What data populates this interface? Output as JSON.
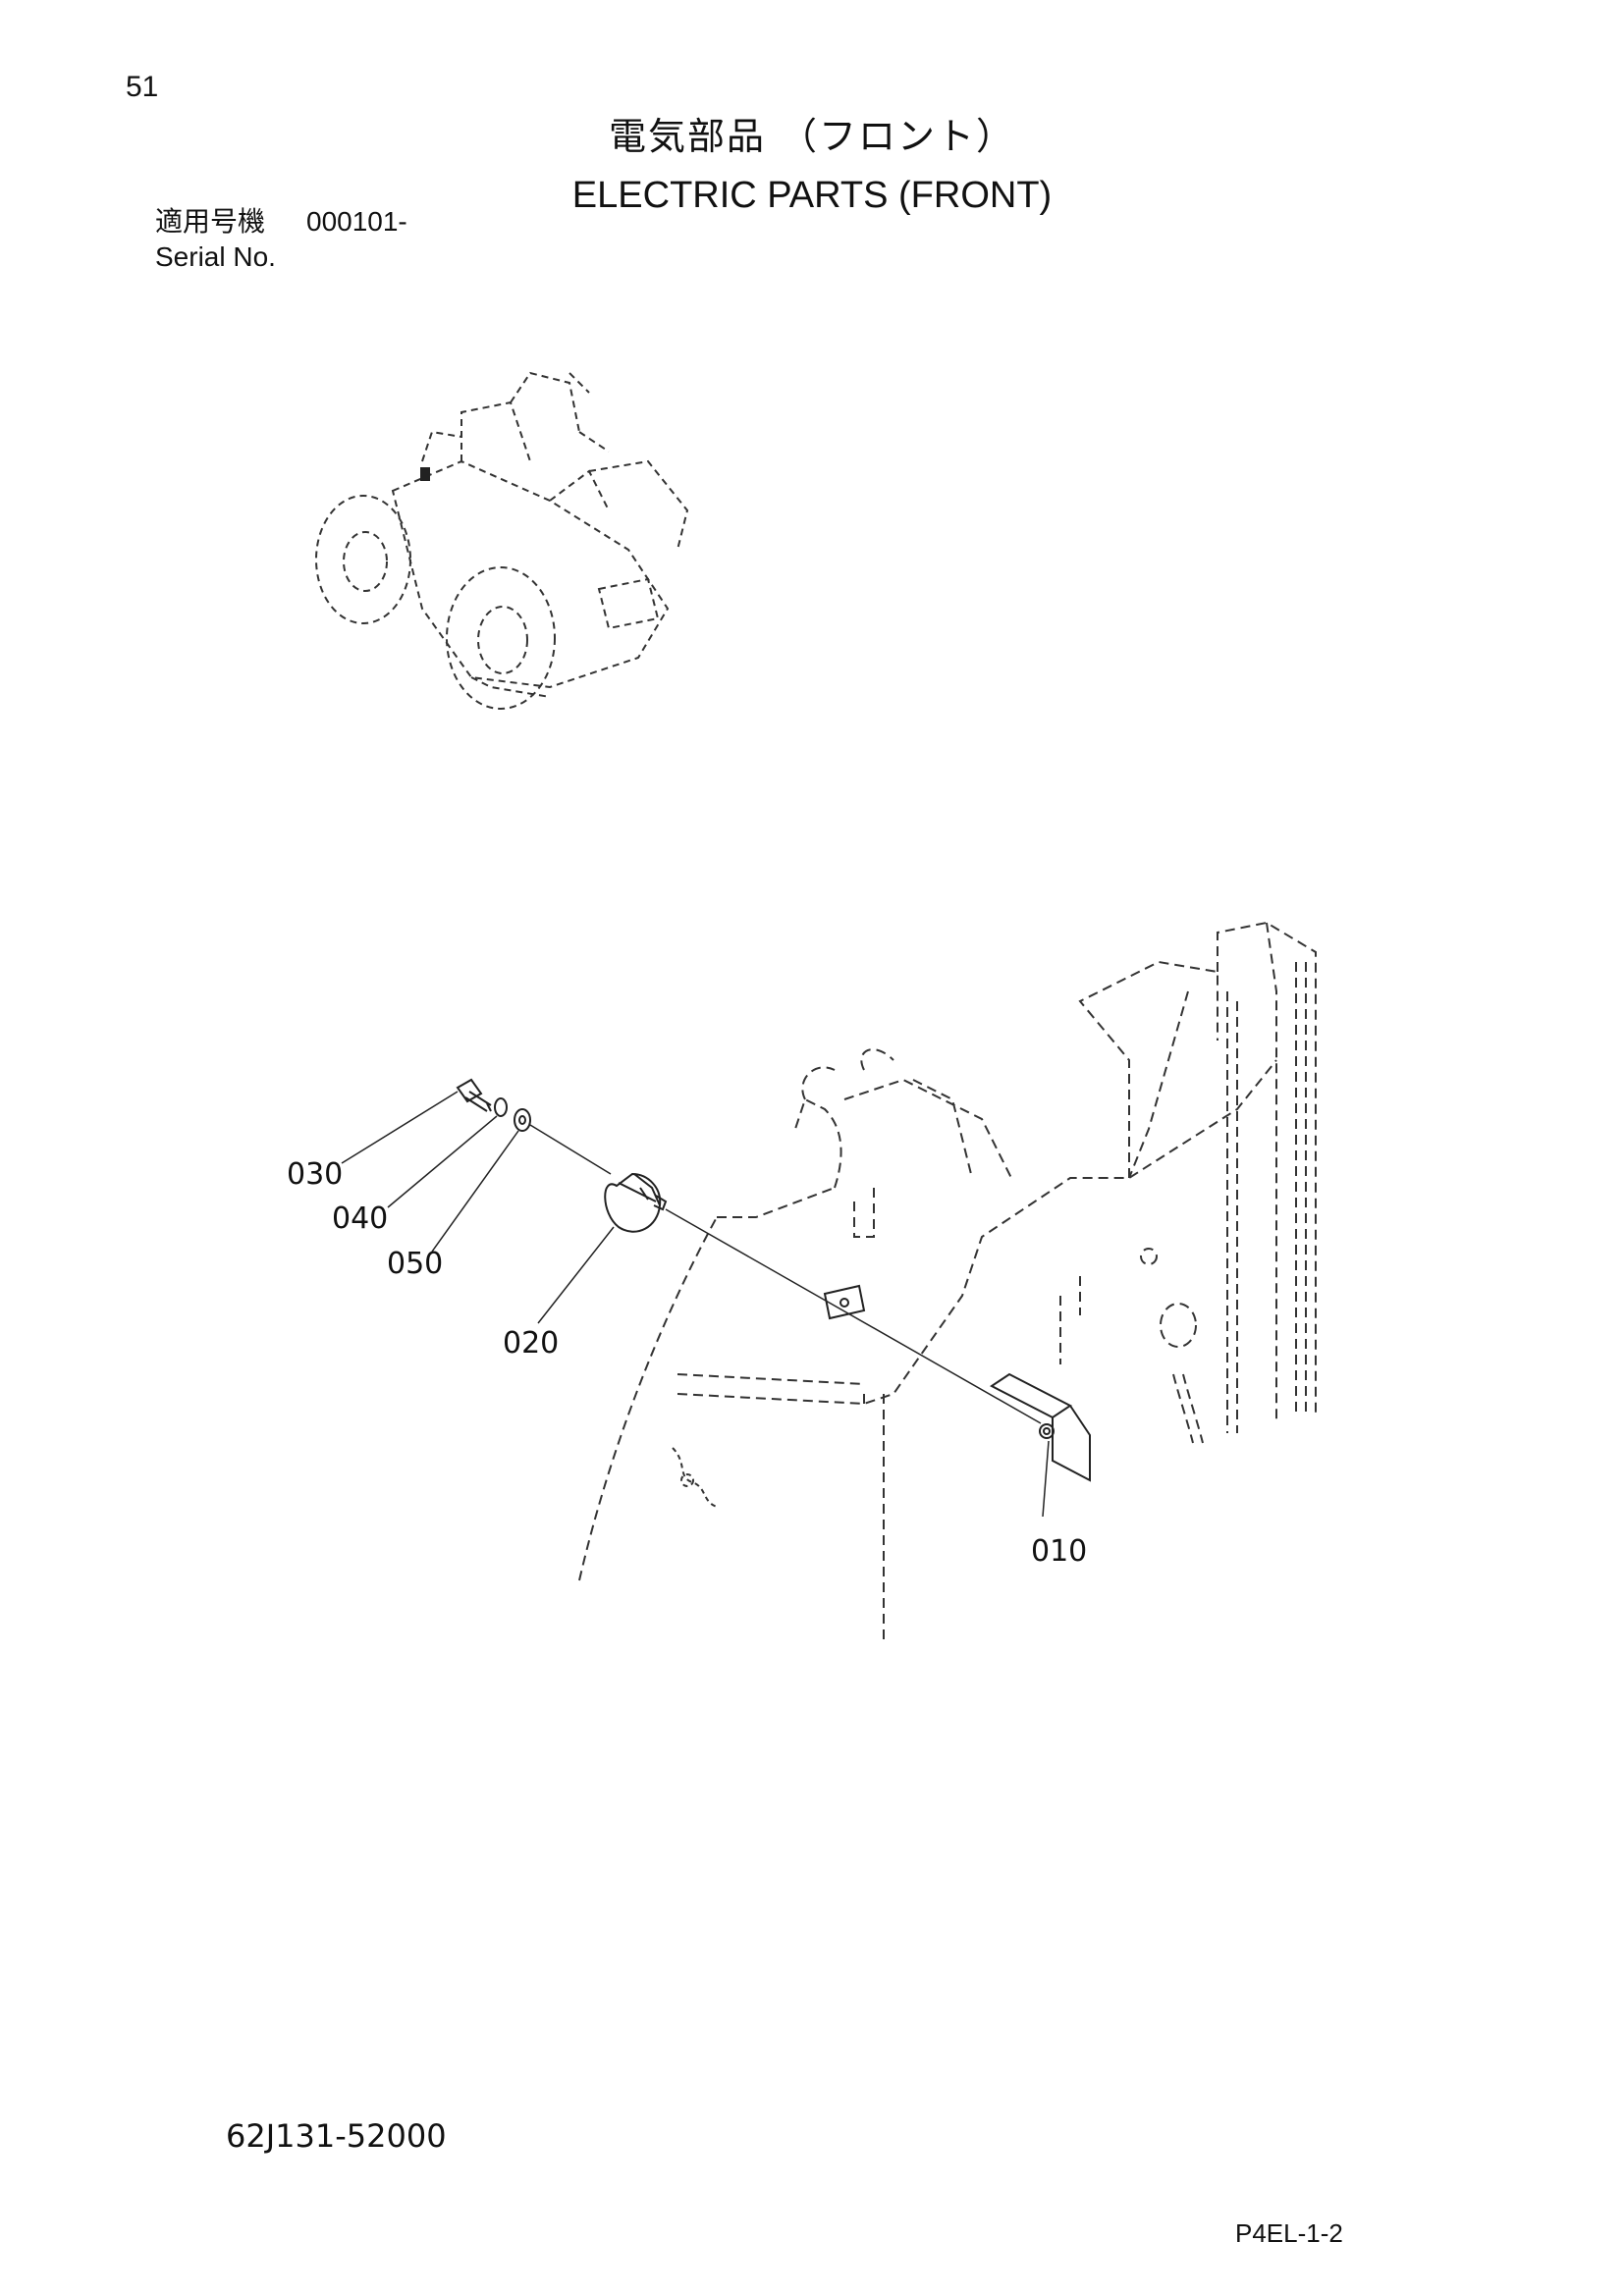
{
  "page_number": "51",
  "title_jp": "電気部品 （フロント）",
  "title_en": "ELECTRIC PARTS (FRONT)",
  "serial": {
    "label_jp": "適用号機",
    "value": "000101-",
    "label_en": "Serial No."
  },
  "callouts": {
    "c030": "030",
    "c040": "040",
    "c050": "050",
    "c020": "020",
    "c010": "010"
  },
  "doc_code": "62J131-52000",
  "sheet_code": "P4EL-1-2"
}
